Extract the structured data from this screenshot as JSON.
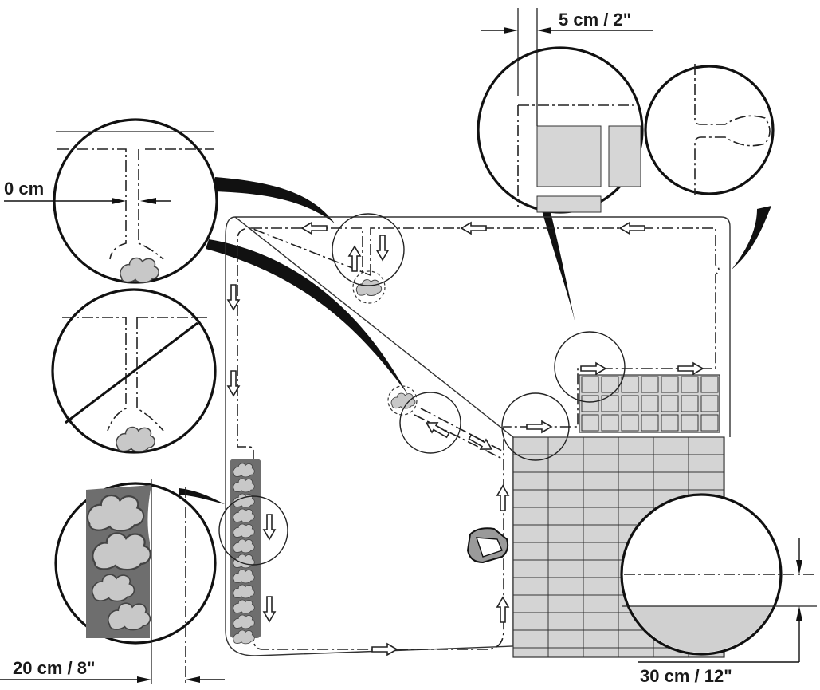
{
  "labels": {
    "gap_passage": "0 cm",
    "gap_paving_slabs": "5 cm / 2\"",
    "gap_hedge": "20 cm / 8\"",
    "gap_lawn_edge": "30 cm / 12\""
  },
  "colors": {
    "line": "#222222",
    "paving": "#d4d4d4",
    "hedge": "#6e6e6e",
    "bush": "#c8c8c8"
  },
  "icons": {
    "mower": "robotic-mower-icon",
    "direction": "outline-arrow-icon"
  }
}
